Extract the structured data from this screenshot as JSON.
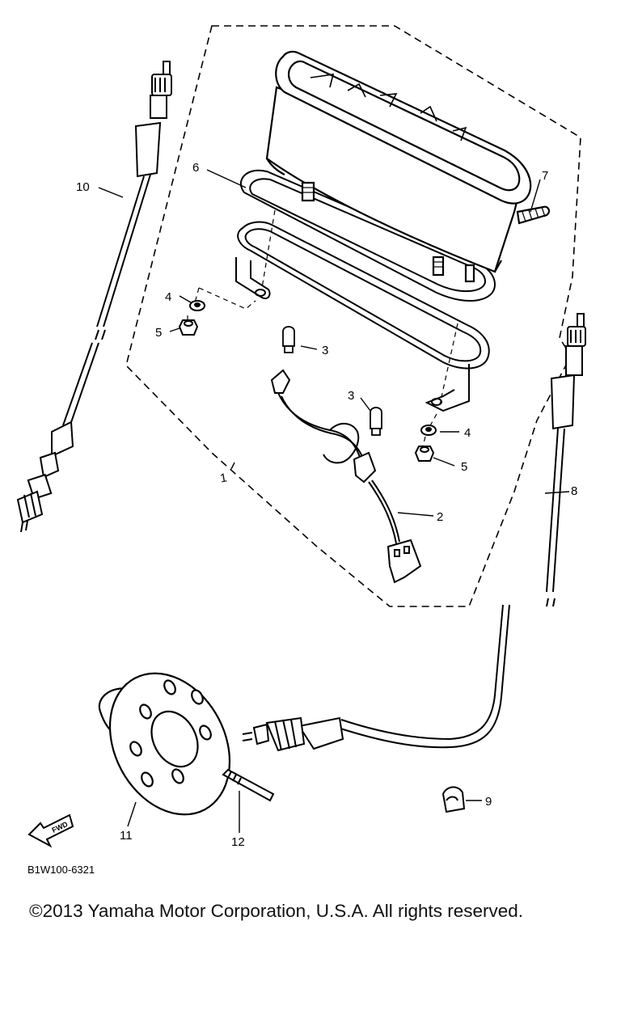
{
  "diagram": {
    "callouts": {
      "c1": "1",
      "c2": "2",
      "c3a": "3",
      "c3b": "3",
      "c4a": "4",
      "c4b": "4",
      "c5a": "5",
      "c5b": "5",
      "c6": "6",
      "c7": "7",
      "c8": "8",
      "c9": "9",
      "c10": "10",
      "c11": "11",
      "c12": "12"
    },
    "fwd_label": "FWD",
    "diagram_code": "B1W100-6321"
  },
  "footer": {
    "copyright": "©2013 Yamaha Motor Corporation, U.S.A. All rights reserved."
  }
}
